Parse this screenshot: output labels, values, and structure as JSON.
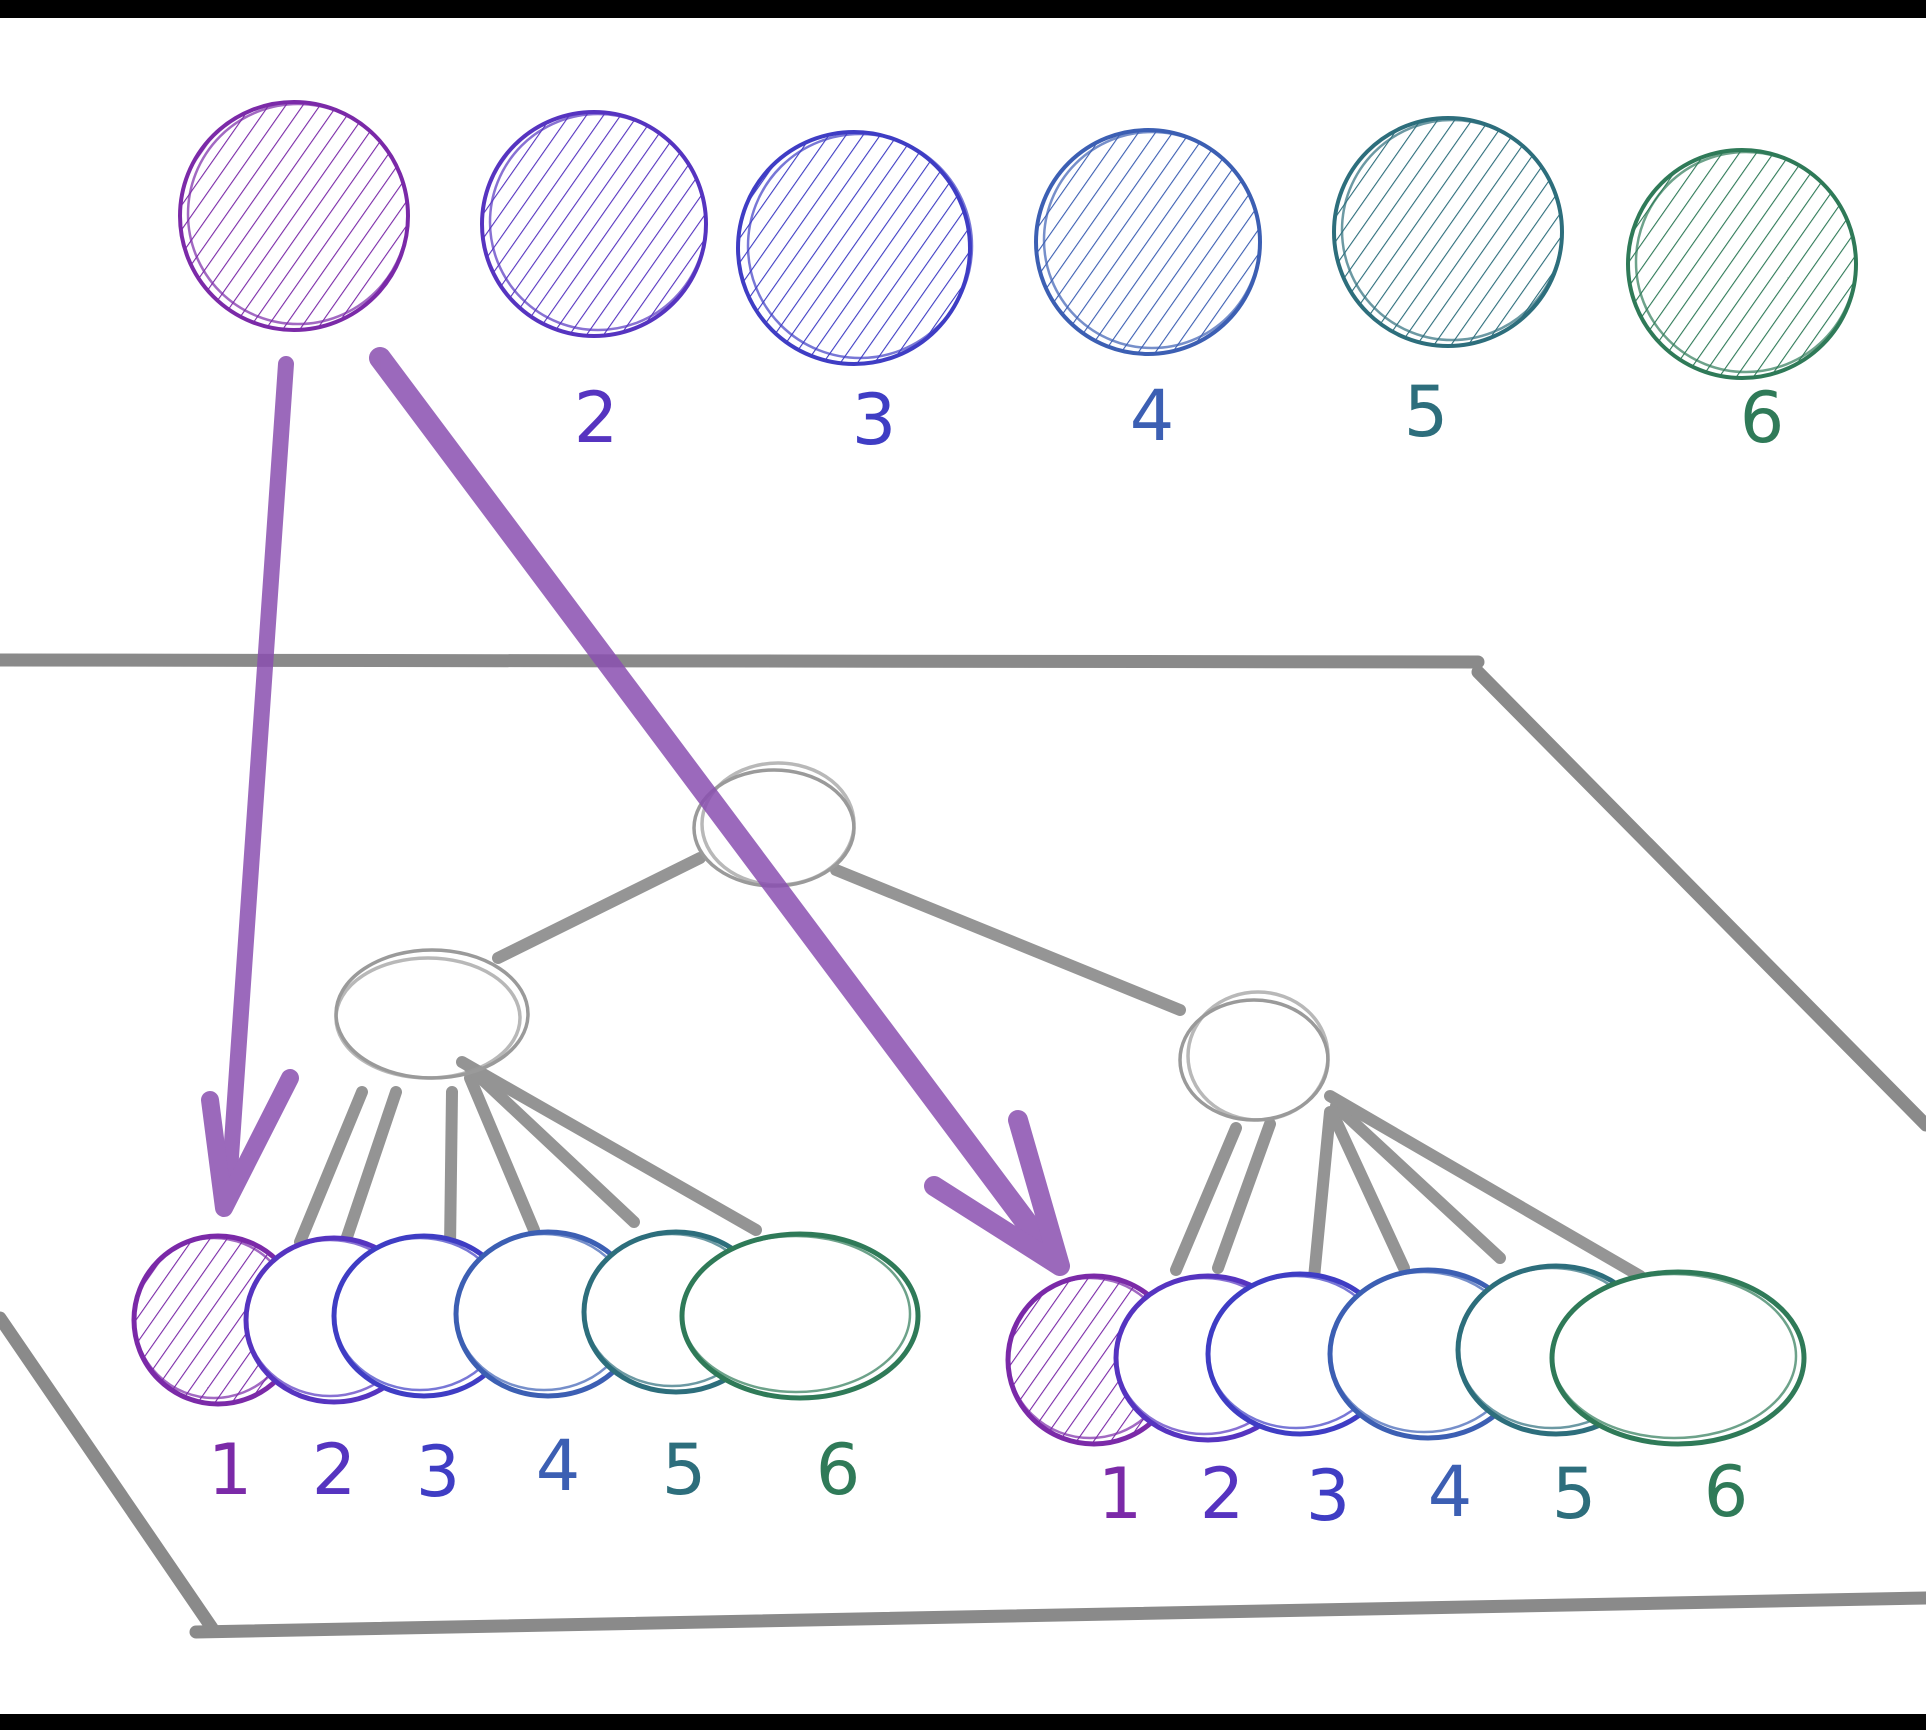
{
  "colors": {
    "c1": "#7b2aa8",
    "c2": "#5634c0",
    "c3": "#3f3dc4",
    "c4": "#3c5fb3",
    "c5": "#2d6e7c",
    "c6": "#2f7a58",
    "arrow": "#8a4fb0",
    "tree": "#8f8f8f",
    "plane": "#8a8a8a",
    "background": "#ffffff"
  },
  "top_row": {
    "labels": [
      "",
      "2",
      "3",
      "4",
      "5",
      "6"
    ]
  },
  "left_group": {
    "labels": [
      "1",
      "2",
      "3",
      "4",
      "5",
      "6"
    ]
  },
  "right_group": {
    "labels": [
      "1",
      "2",
      "3",
      "4",
      "5",
      "6"
    ]
  }
}
